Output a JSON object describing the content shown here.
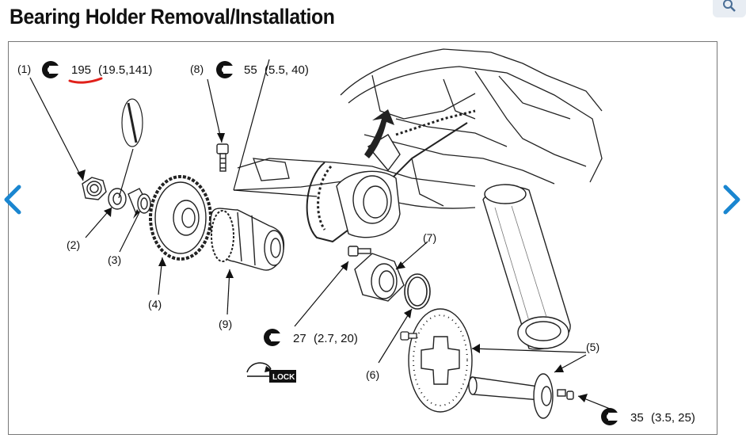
{
  "title": "Bearing Holder Removal/Installation",
  "callouts": {
    "c1": "(1)",
    "c2": "(2)",
    "c3": "(3)",
    "c4": "(4)",
    "c5": "(5)",
    "c6": "(6)",
    "c7": "(7)",
    "c8": "(8)",
    "c9": "(9)"
  },
  "torques": {
    "t1_value": "195",
    "t1_rest": "(19.5,141)",
    "t8_value": "55",
    "t8_rest": "(5.5, 40)",
    "t27_value": "27",
    "t27_rest": "(2.7, 20)",
    "t35_value": "35",
    "t35_rest": "(3.5, 25)"
  },
  "lock_label": "LOCK",
  "icons": {
    "nav_prev": "chevron-left-icon",
    "nav_next": "chevron-right-icon",
    "zoom": "magnifier-icon",
    "torque": "torque-wrench-icon"
  },
  "colors": {
    "accent": "#1a86d0",
    "underline": "#e0201a",
    "ink": "#111111"
  }
}
